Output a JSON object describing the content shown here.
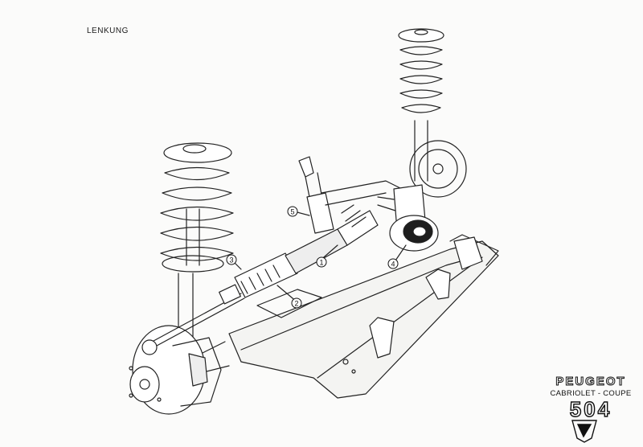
{
  "title": "LENKUNG",
  "callouts": [
    {
      "number": "1"
    },
    {
      "number": "2"
    },
    {
      "number": "3"
    },
    {
      "number": "4"
    },
    {
      "number": "5"
    }
  ],
  "brand": {
    "name": "PEUGEOT",
    "subtitle": "CABRIOLET - COUPE",
    "model": "504"
  }
}
